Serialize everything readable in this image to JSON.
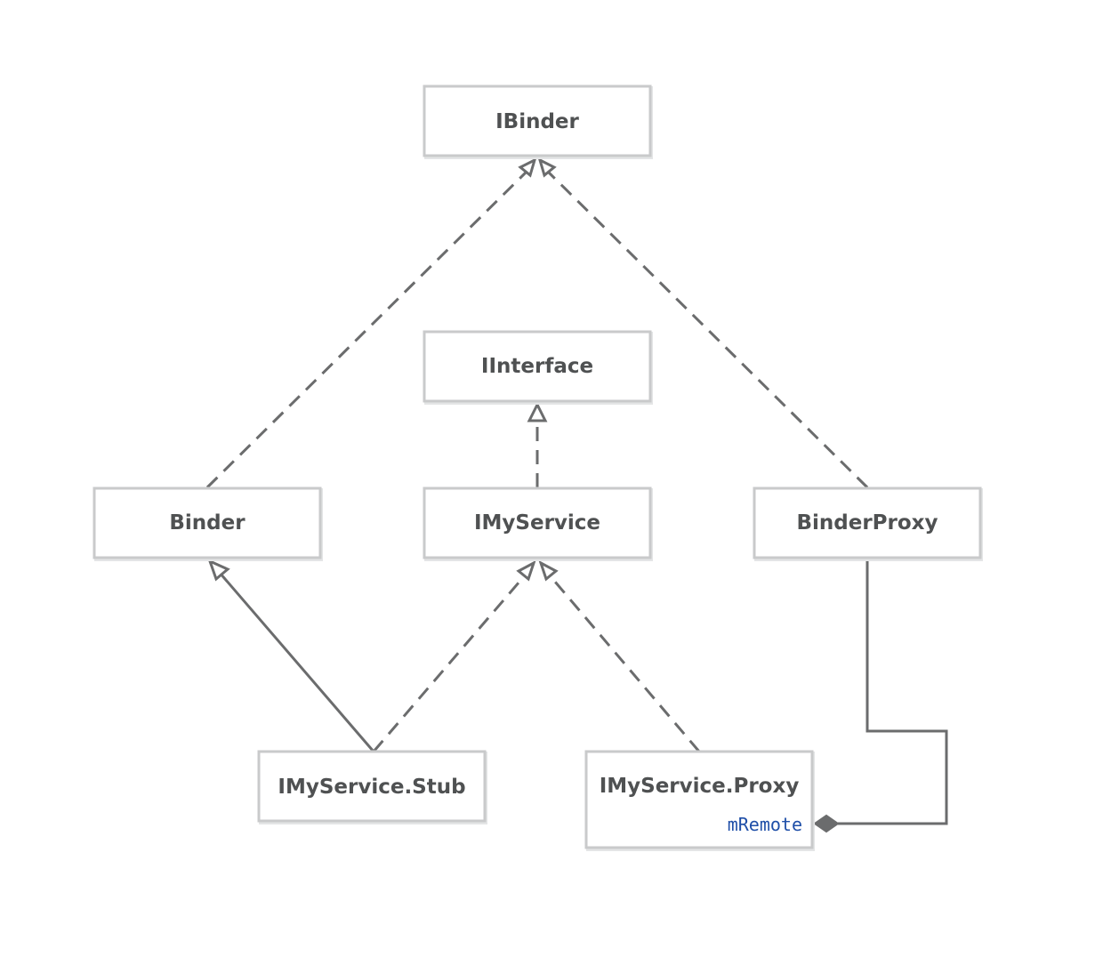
{
  "nodes": {
    "ibinder": {
      "label": "IBinder"
    },
    "iinterface": {
      "label": "IInterface"
    },
    "binder": {
      "label": "Binder"
    },
    "imyservice": {
      "label": "IMyService"
    },
    "binderproxy": {
      "label": "BinderProxy"
    },
    "stub": {
      "label": "IMyService.Stub"
    },
    "proxy": {
      "label": "IMyService.Proxy",
      "member": "mRemote"
    }
  },
  "edges": [
    {
      "from": "binder",
      "to": "ibinder",
      "kind": "realization"
    },
    {
      "from": "binderproxy",
      "to": "ibinder",
      "kind": "realization"
    },
    {
      "from": "imyservice",
      "to": "iinterface",
      "kind": "realization"
    },
    {
      "from": "stub",
      "to": "binder",
      "kind": "generalization"
    },
    {
      "from": "stub",
      "to": "imyservice",
      "kind": "realization"
    },
    {
      "from": "proxy",
      "to": "imyservice",
      "kind": "realization"
    },
    {
      "from": "binderproxy",
      "to": "proxy",
      "kind": "composition"
    }
  ],
  "colors": {
    "box_border": "#c9cacb",
    "edge": "#6b6c6d",
    "label": "#4f5152",
    "member": "#1f4fa8"
  }
}
